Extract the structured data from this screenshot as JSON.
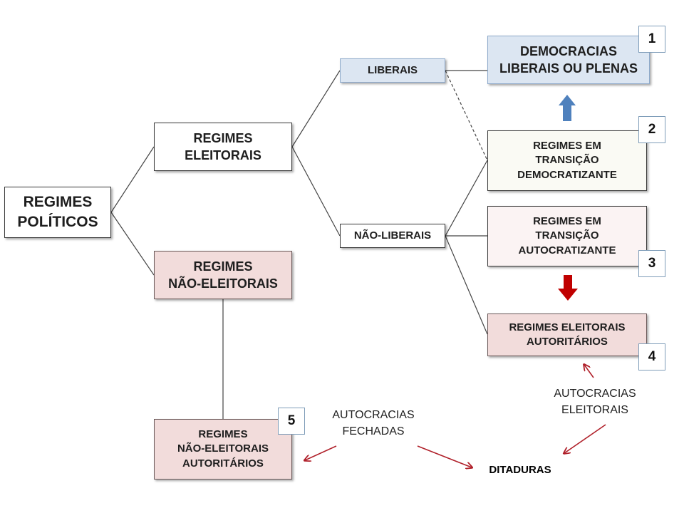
{
  "boxes": {
    "regimes_politicos": "REGIMES\nPOLÍTICOS",
    "regimes_eleitorais": "REGIMES\nELEITORAIS",
    "regimes_nao_eleitorais": "REGIMES\nNÃO-ELEITORAIS",
    "liberais": "LIBERAIS",
    "nao_liberais": "NÃO-LIBERAIS",
    "democracias": "DEMOCRACIAS\nLIBERAIS OU PLENAS",
    "transicao_democratizante": "REGIMES EM\nTRANSIÇÃO\nDEMOCRATIZANTE",
    "transicao_autocratizante": "REGIMES EM\nTRANSIÇÃO\nAUTOCRATIZANTE",
    "eleitorais_autoritarios": "REGIMES ELEITORAIS\nAUTORITÁRIOS",
    "nao_eleitorais_autoritarios": "REGIMES\nNÃO-ELEITORAIS\nAUTORITÁRIOS"
  },
  "badges": {
    "b1": "1",
    "b2": "2",
    "b3": "3",
    "b4": "4",
    "b5": "5"
  },
  "labels": {
    "autocracias_eleitorais": "AUTOCRACIAS\nELEITORAIS",
    "autocracias_fechadas": "AUTOCRACIAS\nFECHADAS",
    "ditaduras": "DITADURAS"
  },
  "colors": {
    "connector": "#444444",
    "blue_arrow": "#4f81bd",
    "red_arrow": "#c00000",
    "red_thin_arrow": "#b0202a"
  }
}
